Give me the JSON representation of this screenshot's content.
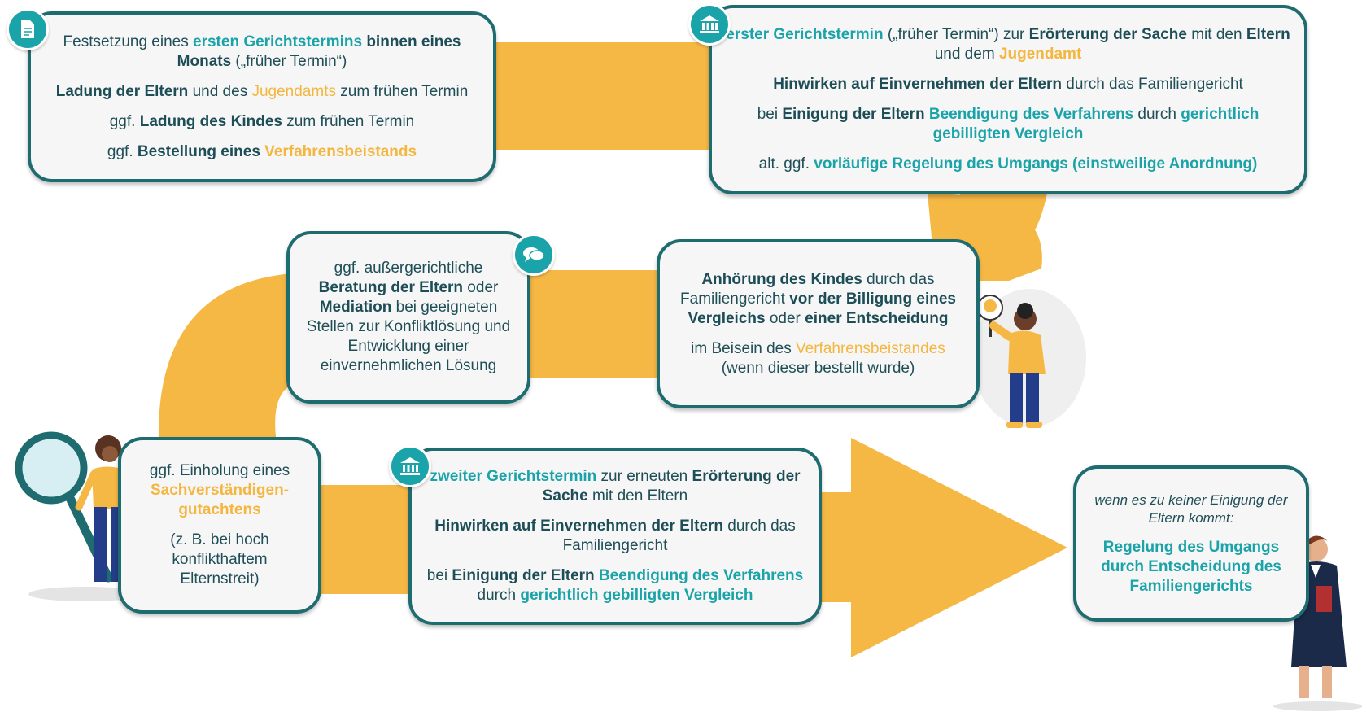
{
  "colors": {
    "teal": "#1aa3a8",
    "dark": "#1d4d56",
    "orange": "#f4b63f",
    "border": "#1e6b70",
    "card": "#f6f6f6"
  },
  "icons": {
    "step1": "document-icon",
    "step2": "courthouse-icon",
    "step3": "chat-bubbles-icon",
    "step6": "courthouse-icon"
  },
  "step1": {
    "l1a": "Festsetzung eines ",
    "l1b": "ersten Gerichtstermins",
    "l1c": " binnen eines Monats",
    "l1d": " („früher Termin“)",
    "l2a": "Ladung der Eltern",
    "l2b": " und des ",
    "l2c": "Jugendamts",
    "l2d": " zum frühen Termin",
    "l3a": "ggf. ",
    "l3b": "Ladung des Kindes",
    "l3c": " zum frühen Termin",
    "l4a": "ggf. ",
    "l4b": "Bestellung eines ",
    "l4c": "Verfahrensbeistands"
  },
  "step2": {
    "l1a": "erster Gerichtstermin",
    "l1b": " („früher Termin“) zur ",
    "l1c": "Erörterung der Sache",
    "l1d": " mit den ",
    "l1e": "Eltern",
    "l1f": " und dem ",
    "l1g": "Jugendamt",
    "l2a": "Hinwirken auf Einvernehmen der Eltern",
    "l2b": "  durch das Familiengericht",
    "l3a": "bei ",
    "l3b": "Einigung der Eltern",
    "l3c": " Beendigung des  Verfahrens",
    "l3d": " durch ",
    "l3e": "gerichtlich gebilligten Vergleich",
    "l4a": "alt. ggf. ",
    "l4b": "vorläufige Regelung des Umgangs (einstweilige Anordnung)"
  },
  "step3": {
    "l1": "ggf. außergerichtliche ",
    "l2": "Beratung der Eltern",
    "l3": " oder ",
    "l4": "Mediation",
    "l5": " bei geeigneten Stellen zur Konfliktlösung und Entwicklung einer einvernehmlichen Lösung"
  },
  "step4": {
    "l1a": "Anhörung des Kindes",
    "l1b": " durch das Familiengericht ",
    "l1c": "vor der Billigung eines Vergleichs",
    "l1d": " oder ",
    "l1e": "einer Entscheidung",
    "l2a": "im Beisein des ",
    "l2b": "Verfahrensbeistandes",
    "l2c": "(wenn dieser bestellt wurde)"
  },
  "step5": {
    "l1a": "ggf. Einholung eines ",
    "l1b": "Sachverständigen-",
    "l1c": "gutachtens",
    "l2": "(z. B. bei hoch konflikthaftem Elternstreit)"
  },
  "step6": {
    "l1a": "zweiter Gerichtstermin",
    "l1b": " zur erneuten ",
    "l1c": "Erörterung der Sache",
    "l1d": " mit den Eltern",
    "l2a": "Hinwirken auf Einvernehmen der Eltern",
    "l2b": "  durch das Familiengericht",
    "l3a": "bei ",
    "l3b": "Einigung der Eltern",
    "l3c": " Beendigung des Verfahrens",
    "l3d": " durch ",
    "l3e": "gerichtlich gebilligten Vergleich"
  },
  "step7": {
    "l1": "wenn es zu keiner Einigung der Eltern kommt:",
    "l2": "Regelung des Umgangs durch Entscheidung des Familiengerichts"
  }
}
